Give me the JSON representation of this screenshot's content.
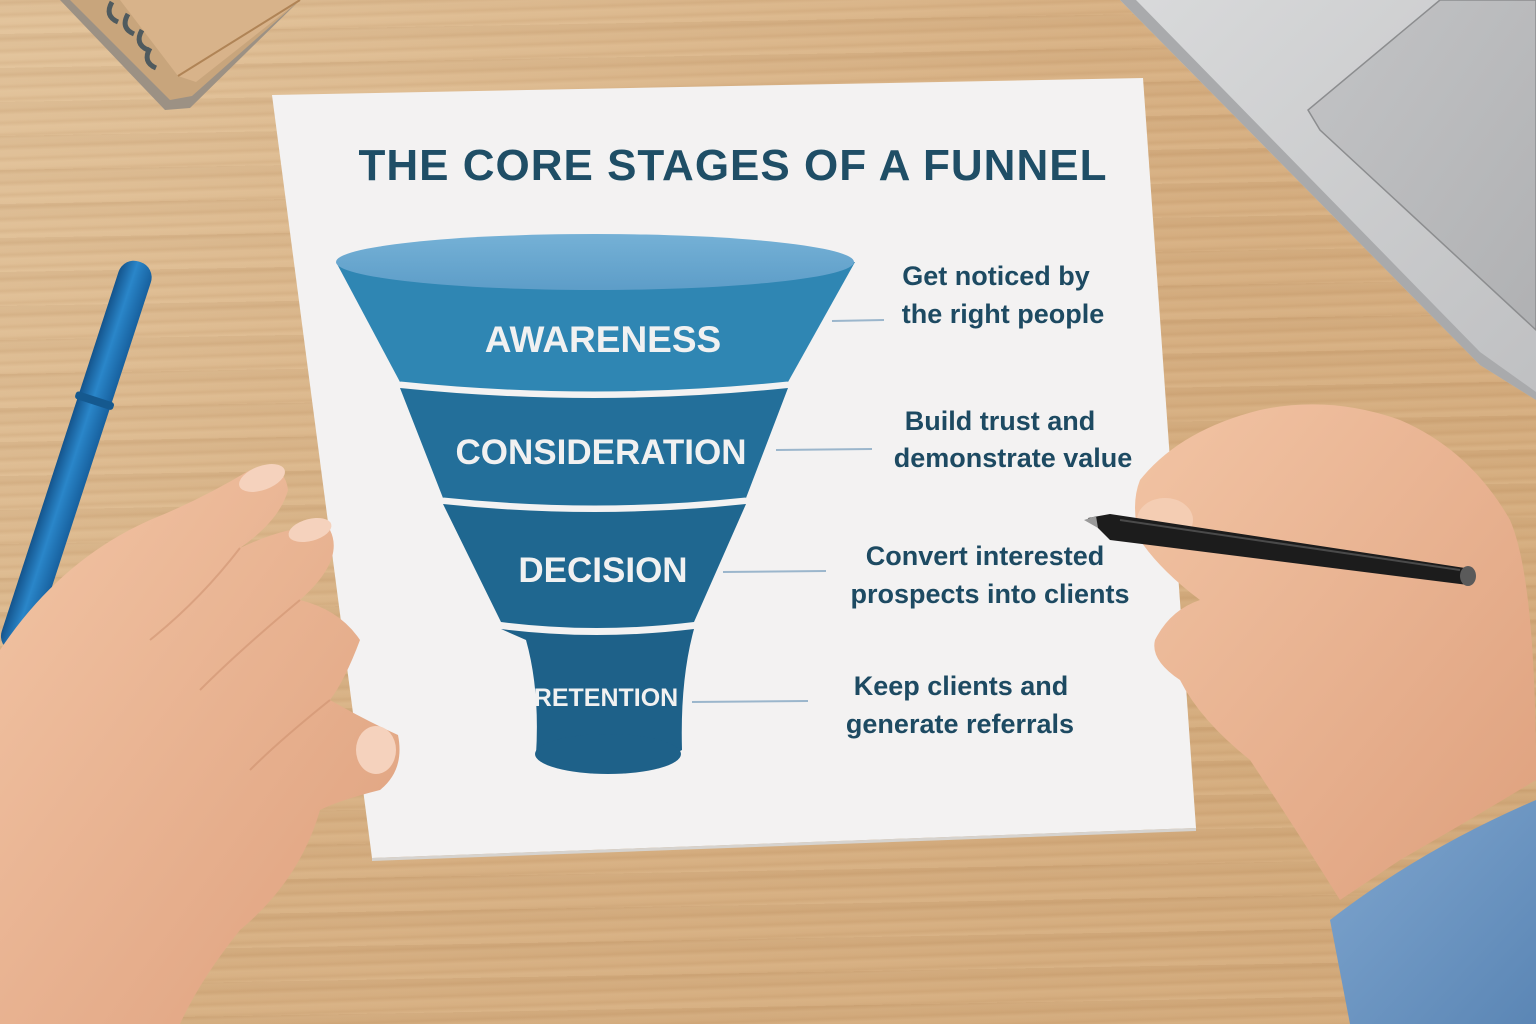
{
  "poster": {
    "title": "THE CORE STAGES OF A FUNNEL",
    "stages": [
      {
        "label": "AWARENESS",
        "description_line1": "Get noticed by",
        "description_line2": "the right people",
        "color": "#2f86b3"
      },
      {
        "label": "CONSIDERATION",
        "description_line1": "Build trust and",
        "description_line2": "demonstrate value",
        "color": "#236f9a"
      },
      {
        "label": "DECISION",
        "description_line1": "Convert interested",
        "description_line2": "prospects into clients",
        "color": "#1f6790"
      },
      {
        "label": "RETENTION",
        "description_line1": "Keep clients and",
        "description_line2": "generate referrals",
        "color": "#1e6189"
      }
    ]
  },
  "colors": {
    "title_text": "#1f4e66",
    "description_text": "#1d4a62",
    "funnel_top": "#6aa9d0",
    "connector_line": "#9bb6cc",
    "paper": "#f3f2f2",
    "desk": "#d7b083",
    "blue_pen": "#1f73b8",
    "black_pen": "#1c1c1c",
    "laptop": "#c9cacb"
  },
  "scene": {
    "objects": [
      "spiral-notebook",
      "laptop",
      "blue-pen",
      "black-pen",
      "left-hand",
      "right-hand",
      "poster-paper"
    ]
  }
}
